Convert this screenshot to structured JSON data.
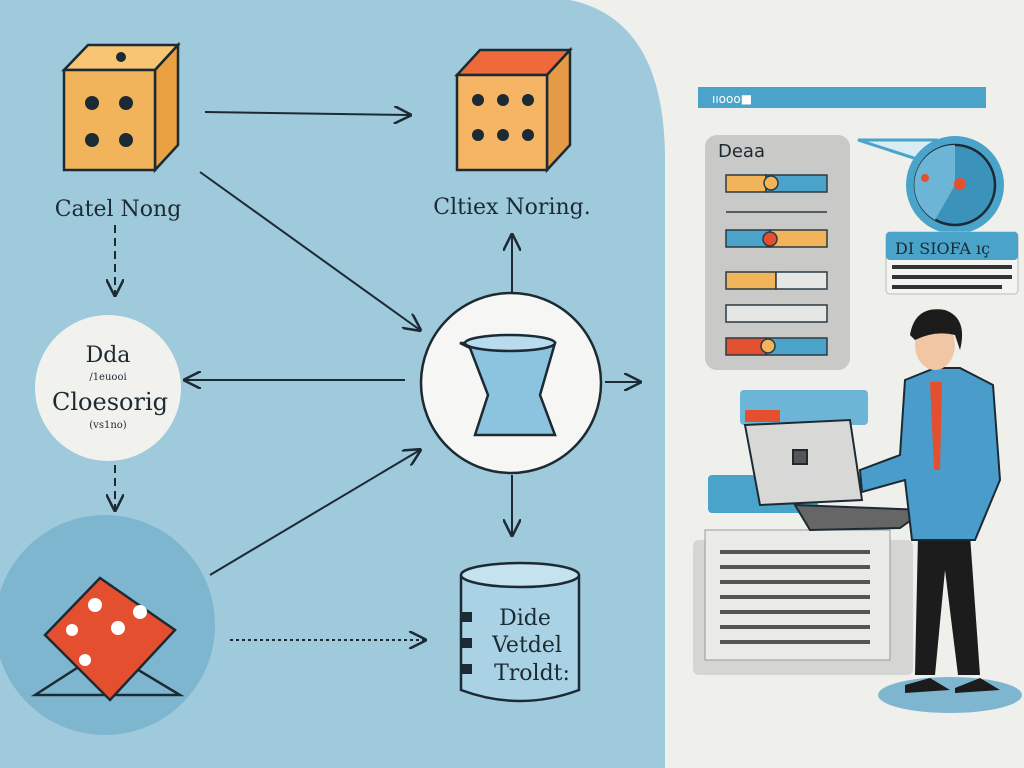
{
  "left_flow": {
    "top_left_label": "Catel Nong",
    "top_right_label": "Cltiex Noring.",
    "circle_node": {
      "title": "Dda",
      "sub1": "/1euooi",
      "main": "Cloesorig",
      "sub2": "(vs1no)"
    },
    "cylinder": {
      "line1": "Dide",
      "line2": "Vetdel",
      "line3": "Troldt:"
    }
  },
  "right_panel": {
    "header_dots": "ııooo■",
    "card_title": "Deaa",
    "badge_title": "DI SIOFA ıç"
  },
  "colors": {
    "panel_blue": "#9fcadc",
    "accent_blue": "#4aa3c9",
    "orange": "#f2b45a",
    "red": "#e4502f",
    "bg": "#efefec"
  }
}
